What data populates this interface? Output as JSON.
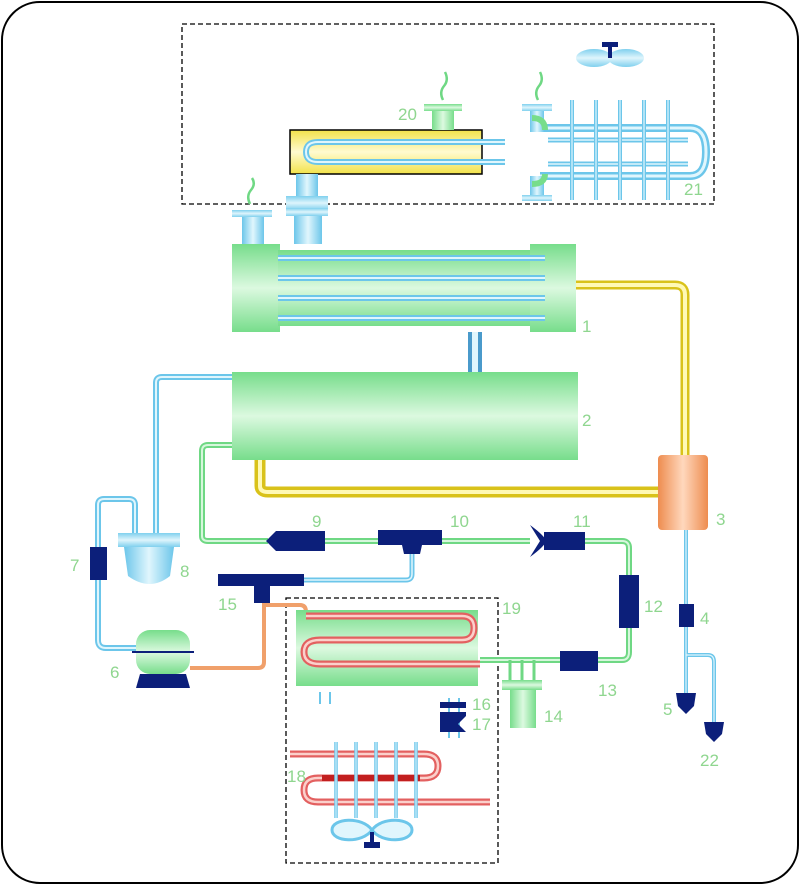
{
  "labels": {
    "n1": "1",
    "n2": "2",
    "n3": "3",
    "n4": "4",
    "n5": "5",
    "n6": "6",
    "n7": "7",
    "n8": "8",
    "n9": "9",
    "n10": "10",
    "n11": "11",
    "n12": "12",
    "n13": "13",
    "n14": "14",
    "n15": "15",
    "n16": "16",
    "n17": "17",
    "n18": "18",
    "n19": "19",
    "n20": "20",
    "n21": "21",
    "n22": "22"
  },
  "colors": {
    "frame": "#000000",
    "green": "#77dd8b",
    "green_light": "#c9f5cf",
    "blue_pipe": "#7fd0ee",
    "blue_light": "#d4f1fb",
    "navy": "#0c1f7a",
    "yellow": "#f4e63a",
    "orange": "#f2a06a",
    "red": "#e24a4a",
    "red_light": "#f7b5ae",
    "label": "#8fd68f"
  },
  "icons": [
    "fan-icon",
    "steam-icon",
    "valve-icon"
  ]
}
